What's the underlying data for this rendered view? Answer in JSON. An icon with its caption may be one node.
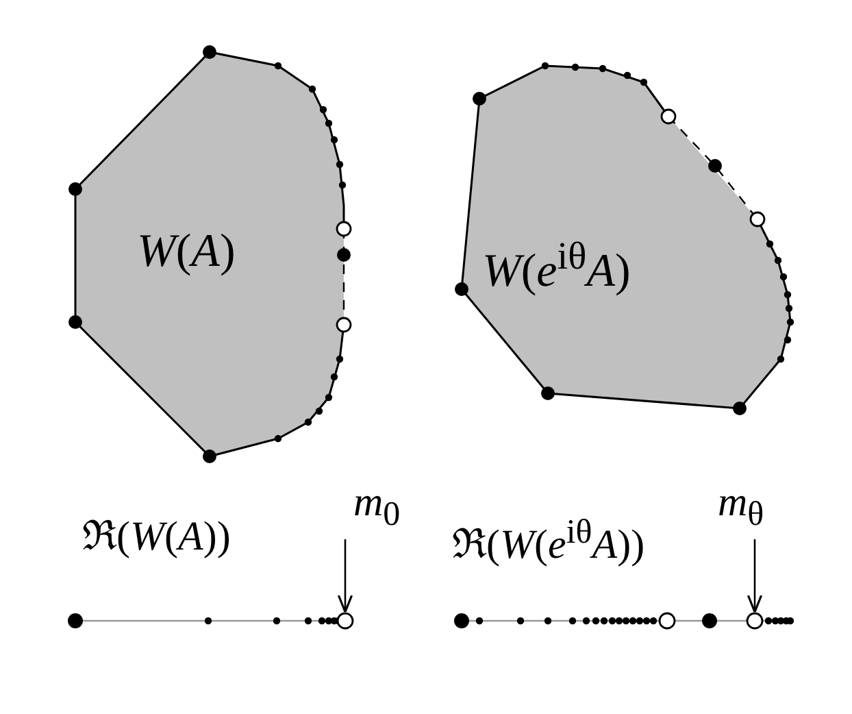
{
  "diagram": {
    "nodes": [
      {
        "text": [
          "*W*(*A*)"
        ]
      },
      {
        "text": [
          "*W*(*e*$^{iθ}$*A*)"
        ]
      },
      {
        "text": [
          "*m*$_{0}$"
        ]
      },
      {
        "text": [],
        "shape": "circle"
      },
      {
        "text": [
          "*m*$_{θ}$"
        ]
      },
      {
        "text": [],
        "shape": "circle"
      }
    ],
    "edges": [
      {
        "from": 2,
        "to": 3,
        "arrow": "to"
      },
      {
        "from": 4,
        "to": 5,
        "arrow": "to"
      }
    ],
    "labels": [
      "ℜ(*W*(*A*))",
      "ℜ(*W*(*e*$^{iθ}$*A*))"
    ]
  }
}
